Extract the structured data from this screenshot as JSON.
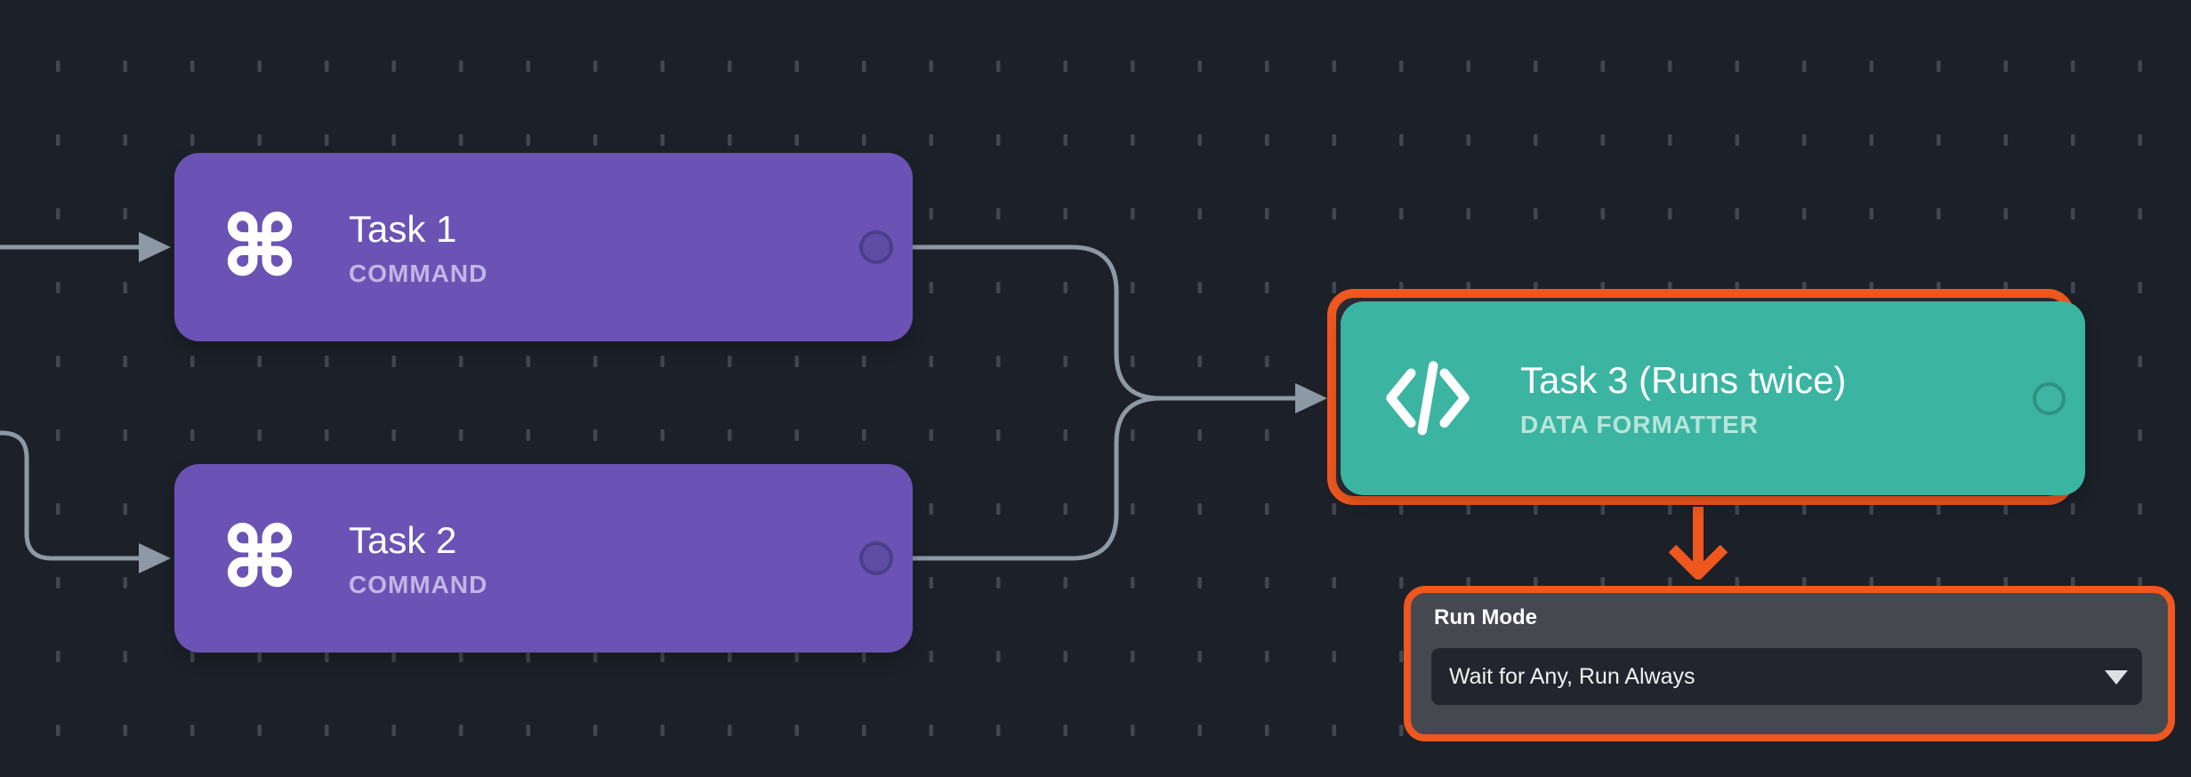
{
  "canvas": {
    "background": "#1c2028",
    "grid_dash_color": "#424650"
  },
  "nodes": [
    {
      "title": "Task 1",
      "type_label": "COMMAND",
      "icon": "command-icon",
      "icon_glyph": "⌘",
      "color": "#6a53b4"
    },
    {
      "title": "Task 2",
      "type_label": "COMMAND",
      "icon": "command-icon",
      "icon_glyph": "⌘",
      "color": "#6a53b4"
    },
    {
      "title": "Task 3 (Runs twice)",
      "type_label": "DATA FORMATTER",
      "icon": "code-icon",
      "color": "#3cb4a2",
      "selected": true,
      "highlight_color": "#ef571f"
    }
  ],
  "param_panel": {
    "label": "Run Mode",
    "dropdown": {
      "value": "Wait for Any, Run Always"
    }
  },
  "colors": {
    "wire": "#8e99a6",
    "orange_highlight": "#ef571f",
    "panel_bg": "#45494f",
    "dropdown_bg": "#22252d",
    "node_purple": "#6a53b4",
    "node_teal": "#3cb4a2"
  }
}
